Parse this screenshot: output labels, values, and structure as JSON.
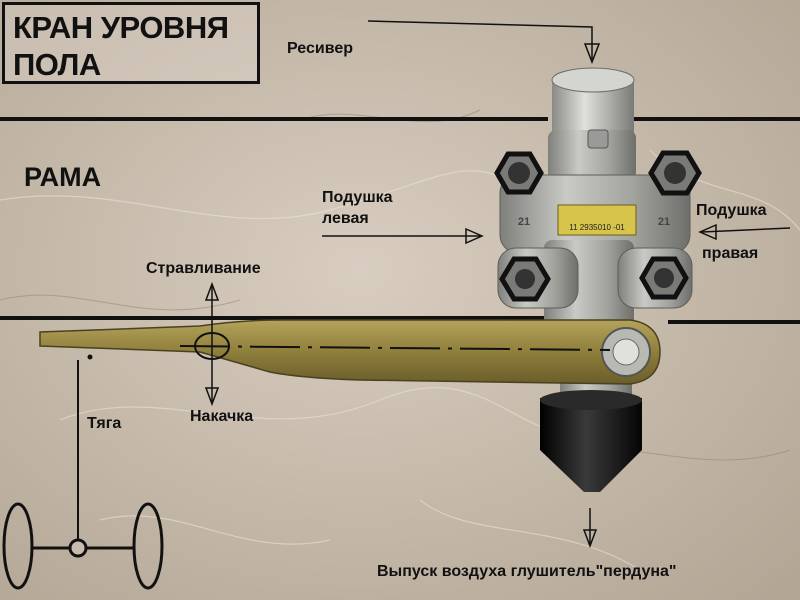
{
  "title": {
    "line1": "КРАН УРОВНЯ",
    "line2": "ПОЛА"
  },
  "labels": {
    "receiver": "Ресивер",
    "frame": "РАМА",
    "left_cushion_1": "Подушка",
    "left_cushion_2": "левая",
    "right_cushion_1": "Подушка",
    "right_cushion_2": "правая",
    "bleed": "Стравливание",
    "inflate": "Накачка",
    "rod": "Тяга",
    "exhaust": "Выпуск воздуха глушитель\"пердуна\"",
    "valve_port_left": "21",
    "valve_port_right": "21",
    "valve_plate_code": "11 2935010 -01"
  },
  "colors": {
    "background": "#c9bcae",
    "valve_metal": "#a9a9a4",
    "lever": "#8f7f3c",
    "muffler": "#141414",
    "line": "#111111",
    "plate": "#d7c44a"
  },
  "icons": [
    "hex-nut-icon",
    "arrow-down-icon",
    "arrow-right-icon",
    "arrow-left-icon",
    "wheel-icon"
  ]
}
